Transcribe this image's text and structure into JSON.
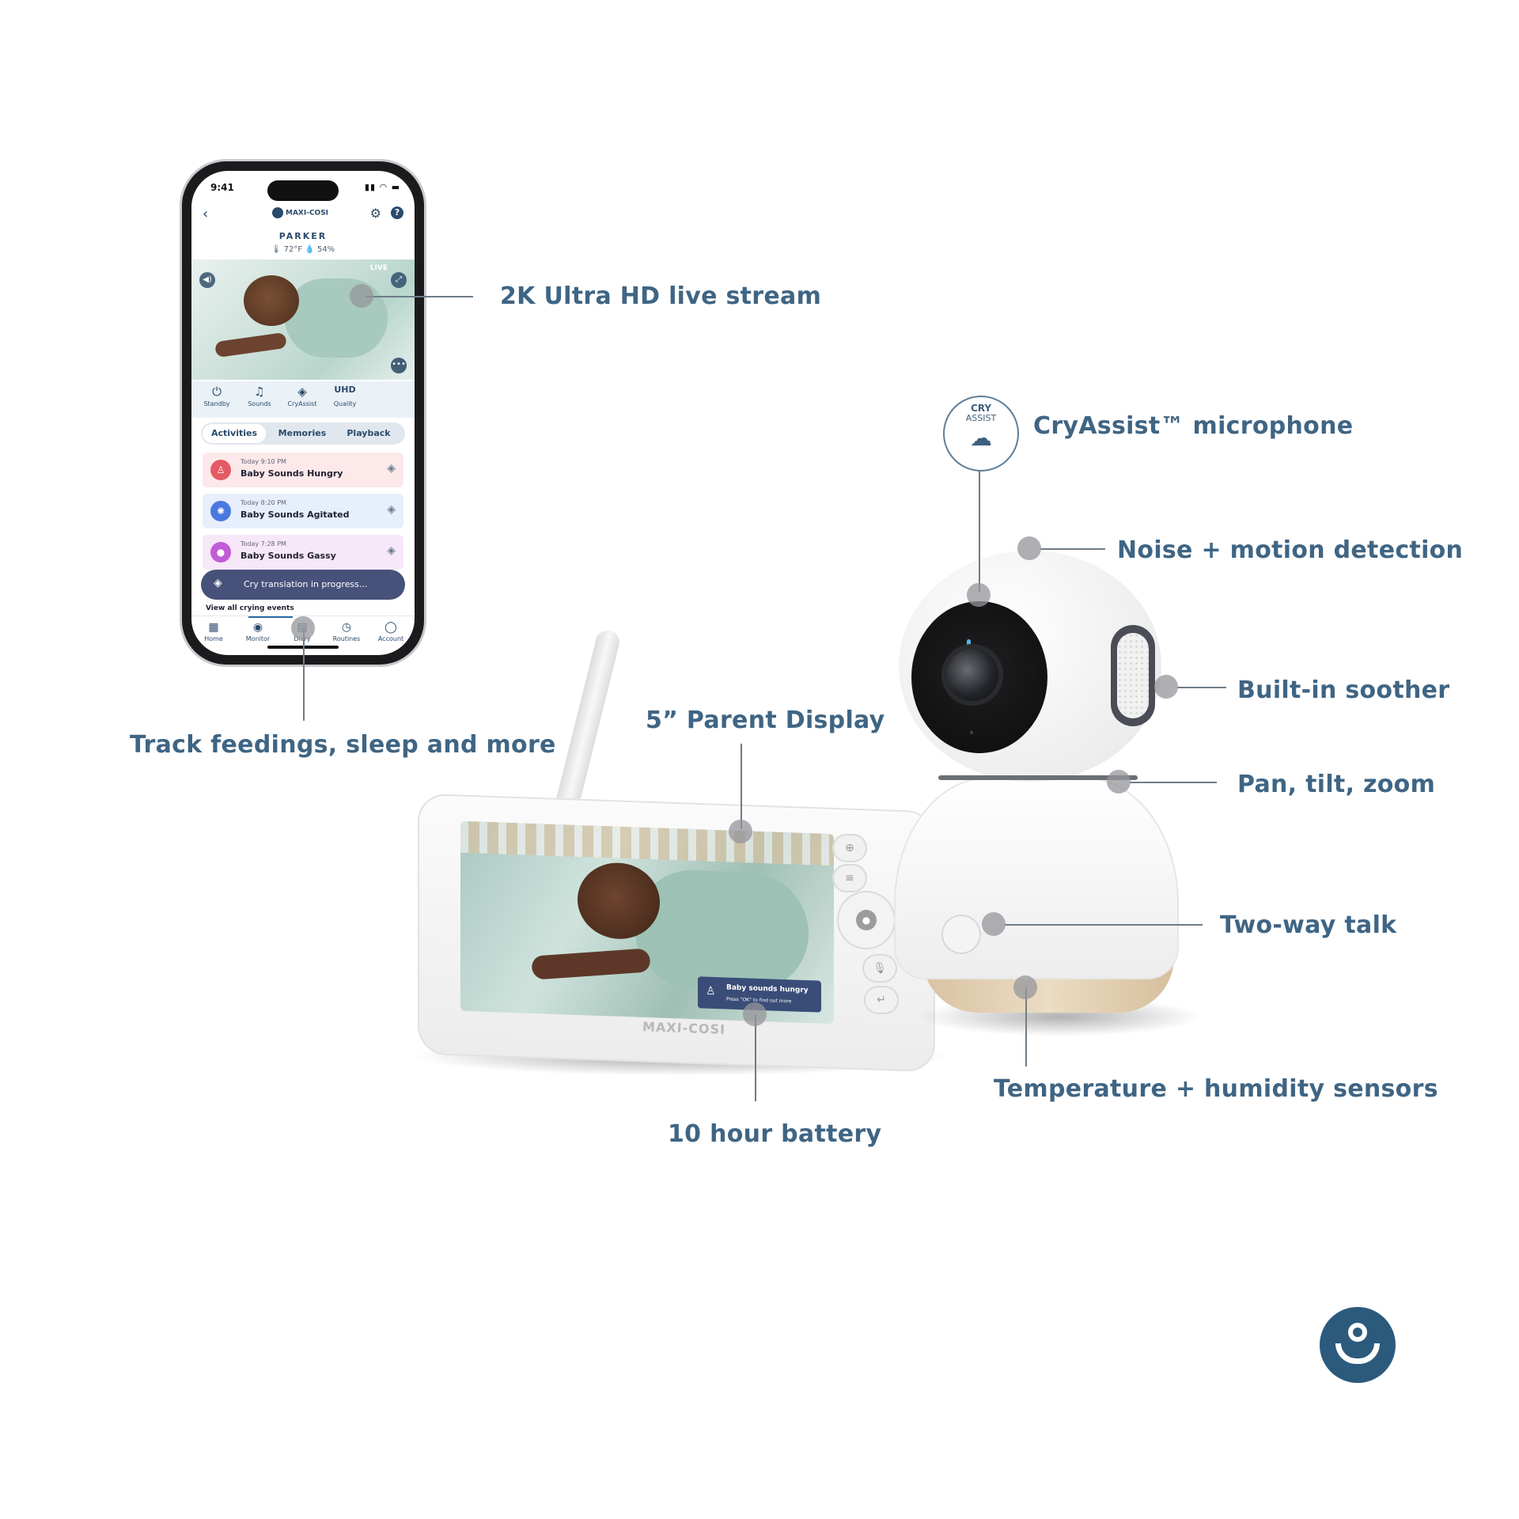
{
  "callouts": {
    "live_stream": "2K Ultra HD live stream",
    "track": "Track feedings, sleep and more",
    "cryassist": "CryAssist™ microphone",
    "noise": "Noise + motion detection",
    "soother": "Built-in soother",
    "pan": "Pan, tilt, zoom",
    "parent_display": "5” Parent Display",
    "two_way": "Two-way talk",
    "temperature": "Temperature + humidity sensors",
    "battery": "10 hour battery"
  },
  "cry_badge": {
    "line1": "CRY",
    "line2": "ASSIST"
  },
  "phone": {
    "time": "9:41",
    "brand": "MAXI-COSI",
    "child_name": "PARKER",
    "environment": "🌡 72°F   💧 54%",
    "live_label": "LIVE",
    "controls": [
      {
        "icon": "⏻",
        "label": "Standby"
      },
      {
        "icon": "♫",
        "label": "Sounds"
      },
      {
        "icon": "◈",
        "label": "CryAssist"
      },
      {
        "icon": "UHD",
        "label": "Quality"
      }
    ],
    "tabs": [
      "Activities",
      "Memories",
      "Playback"
    ],
    "activities": [
      {
        "time": "Today 9:10 PM",
        "title": "Baby Sounds Hungry"
      },
      {
        "time": "Today 8:20 PM",
        "title": "Baby Sounds Agitated"
      },
      {
        "time": "Today 7:28 PM",
        "title": "Baby Sounds Gassy"
      }
    ],
    "toast": "Cry translation in progress...",
    "view_all": "View all crying events",
    "nav": [
      {
        "icon": "▦",
        "label": "Home"
      },
      {
        "icon": "◉",
        "label": "Monitor"
      },
      {
        "icon": "▤",
        "label": "Diary"
      },
      {
        "icon": "◷",
        "label": "Routines"
      },
      {
        "icon": "◯",
        "label": "Account"
      }
    ]
  },
  "parent_display": {
    "alert_title": "Baby sounds hungry",
    "alert_sub": "Press \"OK\" to find out more",
    "brand": "MAXI-COSI"
  },
  "colors": {
    "callout_text": "#3f6584",
    "leader_line": "#6f7c86",
    "brand_blue": "#2c5a7d"
  }
}
